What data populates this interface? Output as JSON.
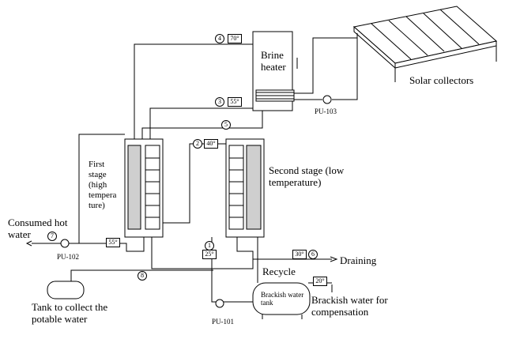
{
  "labels": {
    "brine_heater": "Brine heater",
    "solar_collectors": "Solar collectors",
    "pu103": "PU-103",
    "first_stage": "First stage (high tempera ture)",
    "second_stage": "Second stage (low temperature)",
    "consumed_hot_water": "Consumed hot water",
    "pu102": "PU-102",
    "recycle": "Recycle",
    "draining": "Draining",
    "tank_potable": "Tank to collect the potable water",
    "brackish_tank": "Brackish water tank",
    "brackish_compensation": "Brackish water for compensation",
    "pu101": "PU-101"
  },
  "temps": {
    "t70": "70°",
    "t55a": "55°",
    "t40": "40°",
    "t55b": "55°",
    "t25": "25°",
    "t30": "30°",
    "t20": "20°"
  },
  "streams": {
    "s1": "1",
    "s2": "2",
    "s3": "3",
    "s4": "4",
    "s5": "5",
    "s6": "6",
    "s7": "7",
    "s8": "8"
  }
}
